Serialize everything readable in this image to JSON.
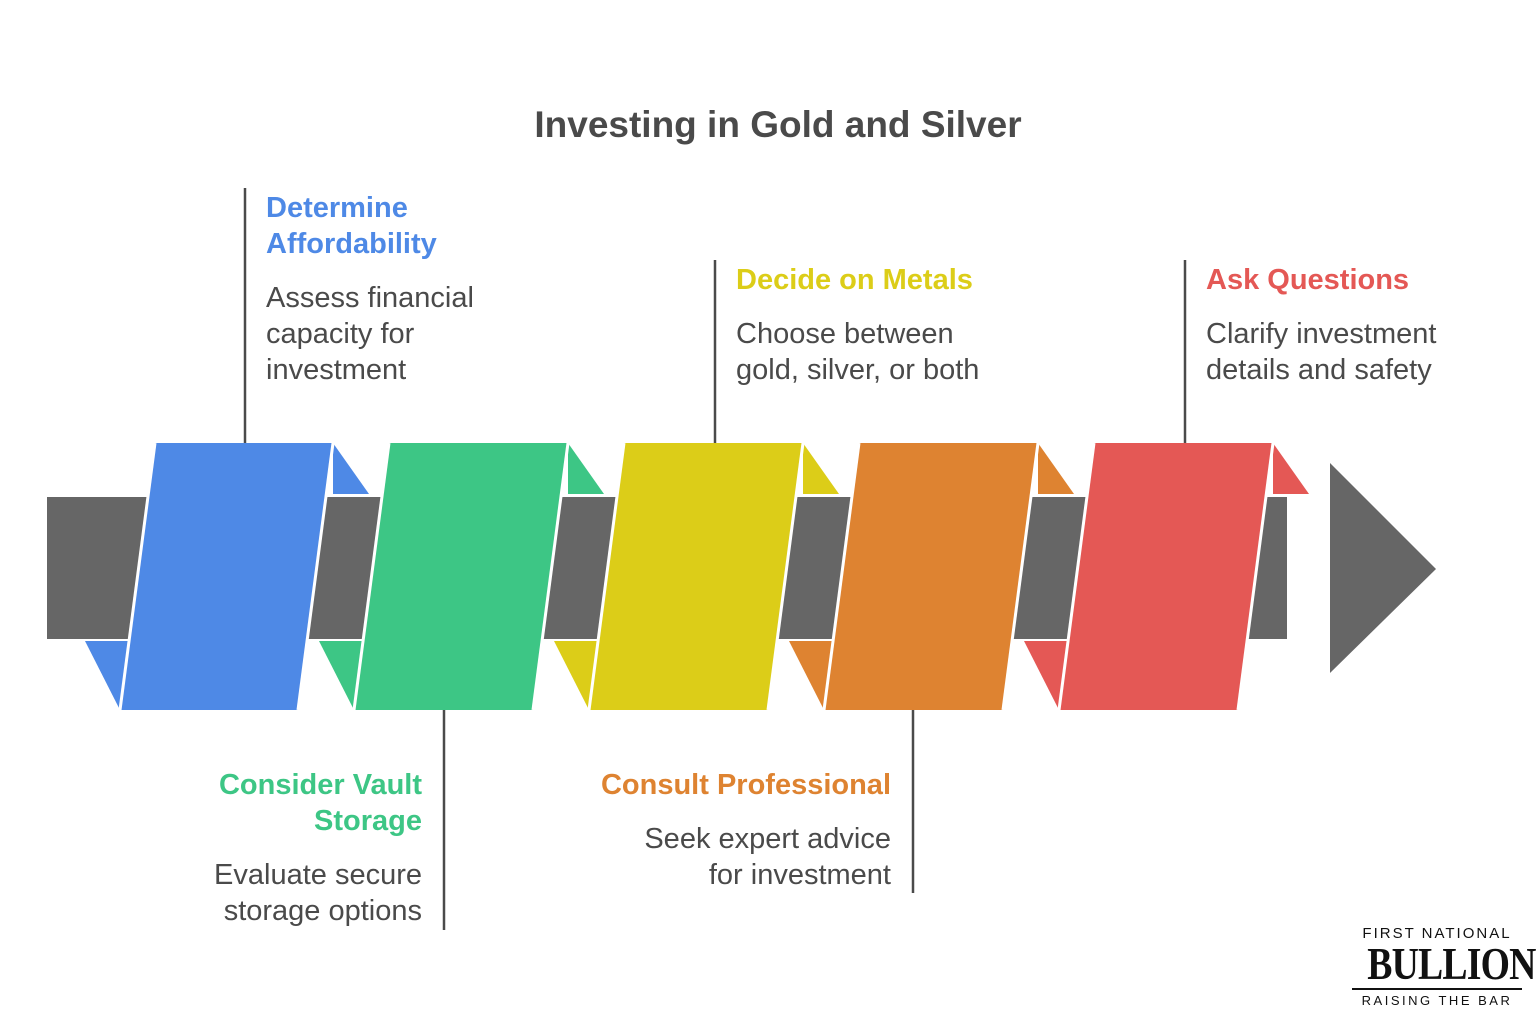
{
  "title": "Investing in Gold and Silver",
  "colors": {
    "arrow": "#666666",
    "text": "#4a4a4a"
  },
  "steps": [
    {
      "title_lines": [
        "Determine",
        "Affordability"
      ],
      "desc_lines": [
        "Assess financial",
        "capacity for",
        "investment"
      ],
      "color": "#4e89e6"
    },
    {
      "title_lines": [
        "Consider Vault",
        "Storage"
      ],
      "desc_lines": [
        "Evaluate secure",
        "storage options"
      ],
      "color": "#3dc685"
    },
    {
      "title_lines": [
        "Decide on Metals"
      ],
      "desc_lines": [
        "Choose between",
        "gold, silver, or both"
      ],
      "color": "#dccd18"
    },
    {
      "title_lines": [
        "Consult Professional"
      ],
      "desc_lines": [
        "Seek expert advice",
        "for investment"
      ],
      "color": "#de8331"
    },
    {
      "title_lines": [
        "Ask Questions"
      ],
      "desc_lines": [
        "Clarify investment",
        "details and safety"
      ],
      "color": "#e45855"
    }
  ],
  "logo": {
    "line1": "FIRST NATIONAL",
    "main": "BULLION",
    "tagline": "RAISING THE BAR"
  }
}
